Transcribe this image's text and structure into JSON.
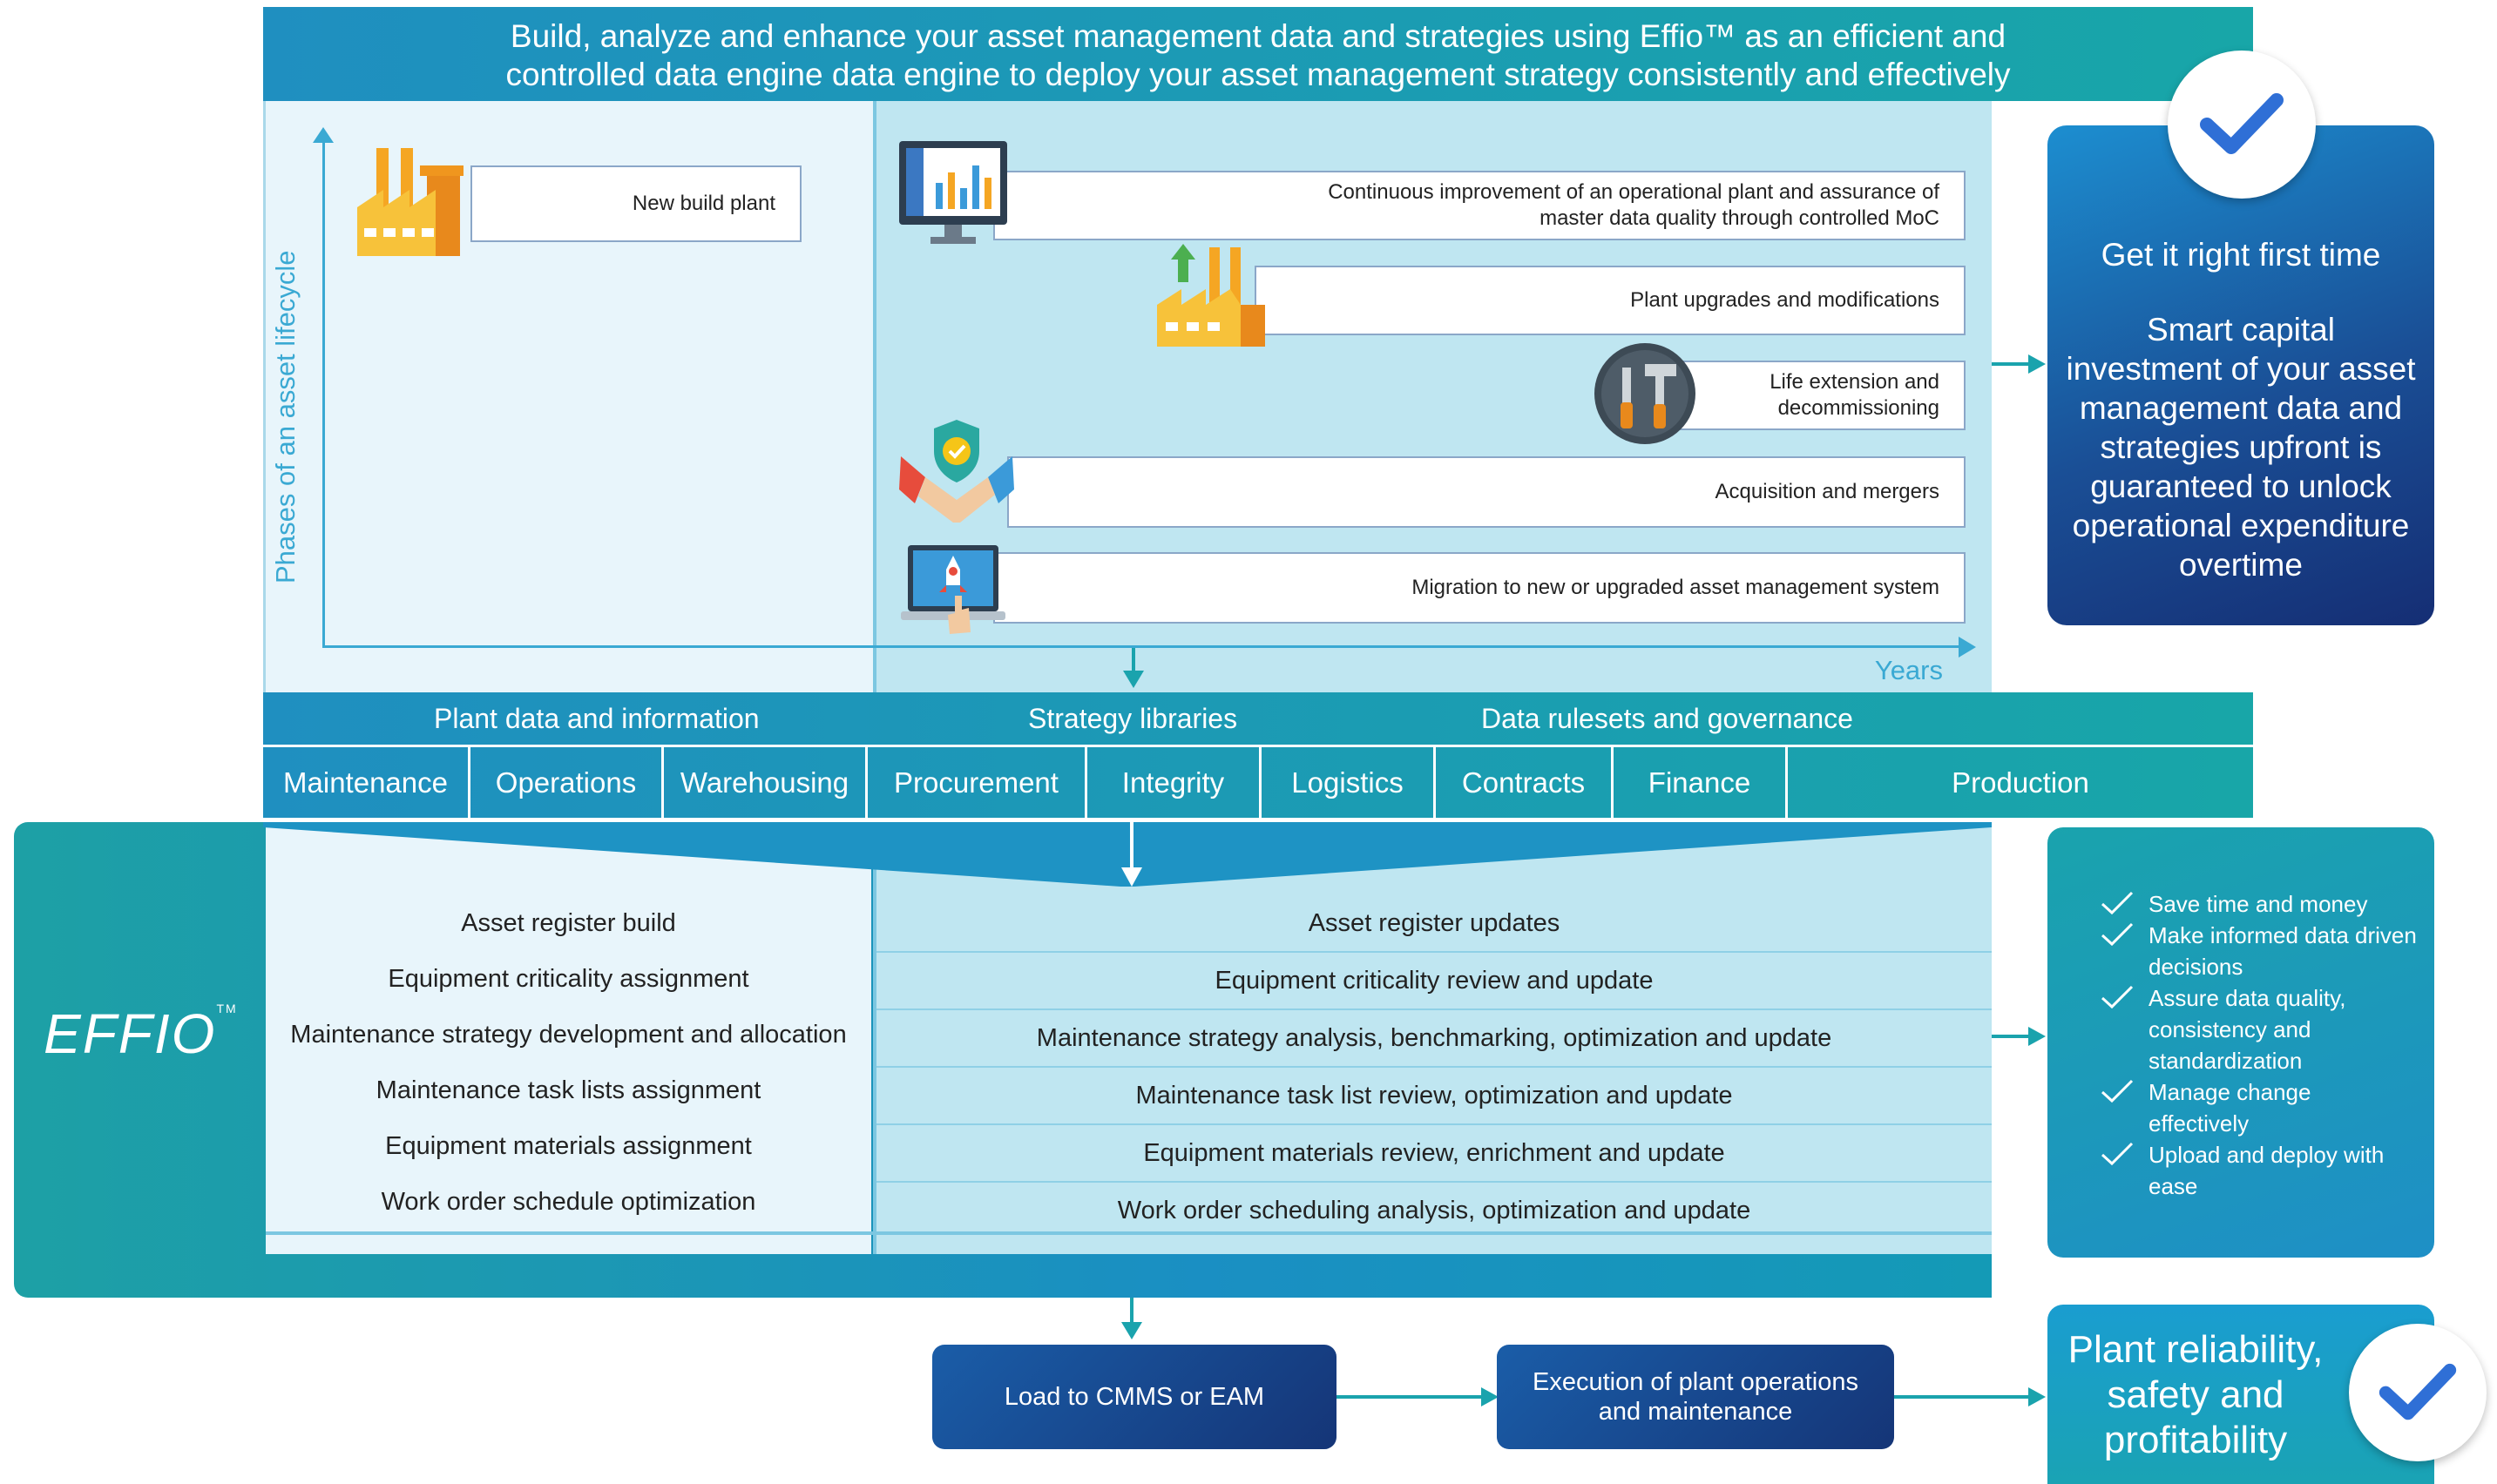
{
  "header": {
    "line1": "Build, analyze and enhance your asset management data and strategies using Effio™ as an efficient and",
    "line2": "controlled data engine data engine to deploy your asset management strategy consistently and effectively"
  },
  "lifecycle": {
    "y_axis_label": "Phases of an asset lifecycle",
    "x_axis_label": "Years",
    "new_build": "New build plant",
    "phases": [
      "Continuous improvement of an operational plant and assurance of master data quality through controlled MoC",
      "Plant upgrades and modifications",
      "Life extension and decommissioning",
      "Acquisition and mergers",
      "Migration to new or upgraded asset management system"
    ]
  },
  "categories": [
    "Plant data and information",
    "Strategy libraries",
    "Data rulesets and governance"
  ],
  "departments": [
    "Maintenance",
    "Operations",
    "Warehousing",
    "Procurement",
    "Integrity",
    "Logistics",
    "Contracts",
    "Finance",
    "Production"
  ],
  "effio": {
    "logo_text": "EFFIO",
    "tm": "TM"
  },
  "tasks_left": [
    "Asset register build",
    "Equipment criticality assignment",
    "Maintenance strategy development and allocation",
    "Maintenance task lists assignment",
    "Equipment materials assignment",
    "Work order schedule optimization"
  ],
  "tasks_right": [
    "Asset register updates",
    "Equipment criticality review and update",
    "Maintenance strategy analysis, benchmarking, optimization and update",
    "Maintenance task list review, optimization and update",
    "Equipment materials review, enrichment and update",
    "Work order scheduling analysis, optimization and update"
  ],
  "card_top": {
    "title": "Get it right first time",
    "body": "Smart capital investment of your asset management data and strategies upfront is guaranteed to unlock operational expenditure overtime"
  },
  "benefits": [
    "Save time and money",
    "Make informed data driven decisions",
    "Assure data quality, consistency and standardization",
    "Manage change effectively",
    "Upload and deploy with ease"
  ],
  "flow": {
    "step1": "Load to CMMS or EAM",
    "step2": "Execution of plant operations and maintenance",
    "result": "Plant reliability, safety and profitability"
  },
  "colors": {
    "teal": "#1aa3ad",
    "blue": "#1f8fc0",
    "navy": "#152e74",
    "light_panel": "#e8f5fb",
    "mid_panel": "#bfe6f1",
    "axis": "#3aa9d3"
  }
}
